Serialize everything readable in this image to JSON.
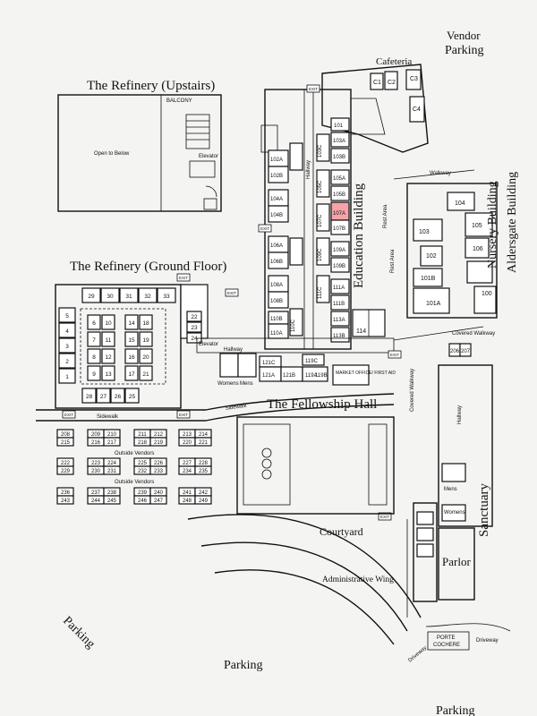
{
  "labels": {
    "vendor": "Vendor",
    "parking_top": "Parking",
    "refinery_up": "The Refinery (Upstairs)",
    "refinery_ground": "The Refinery (Ground Floor)",
    "balcony": "BALCONY",
    "open_below": "Open to Below",
    "elevator": "Elevator",
    "elevator2": "Elevator",
    "cafeteria": "Cafeteria",
    "education": "Education Building",
    "nursery": "Nursery Building",
    "aldersgate": "Aldersgate Building",
    "fellowship": "The Fellowship Hall",
    "courtyard": "Courtyard",
    "admin_wing": "Administrative Wing",
    "sanctuary": "Sanctuary",
    "parlor": "Parlor",
    "porte": "PORTE",
    "cochere": "COCHERE",
    "driveway": "Driveway",
    "driveway2": "Driveway",
    "parking_left": "Parking",
    "parking_bottom": "Parking",
    "parking_br": "Parking",
    "sidewalk": "Sidewalk",
    "sidewalk2": "Sidewalk",
    "outside_vendors_1": "Outside Vendors",
    "outside_vendors_2": "Outside Vendors",
    "walkway": "Walkway",
    "covered_walkway": "Covered Walkway",
    "covered_walkway2": "Covered Walkway",
    "rest_area": "Rest Area",
    "rest_area2": "Rest Area",
    "hallway": "Hallway",
    "womens": "Womens",
    "mens": "Mens",
    "market_office": "MARKET OFFICE/ FIRST AID",
    "exit": "EXIT",
    "highlight_color": "#f5a3a8"
  },
  "cafeteria_rooms": [
    "C1",
    "C2",
    "C3",
    "C4"
  ],
  "education_rooms_right": [
    "101",
    "103A",
    "103B",
    "105A",
    "105B",
    "107A",
    "107B",
    "109A",
    "109B",
    "111A",
    "111B",
    "113A",
    "113B"
  ],
  "education_rooms_left": [
    "102A",
    "102B",
    "104A",
    "104B",
    "106A",
    "106B",
    "108A",
    "108B",
    "110B",
    "110A"
  ],
  "education_rooms_mid": [
    "103C",
    "105C",
    "107C",
    "109C",
    "111C",
    "110C",
    "119C",
    "121C",
    "121A",
    "121B",
    "119A",
    "119B",
    "114"
  ],
  "nursery_rooms": [
    "103",
    "104",
    "105",
    "106",
    "102",
    "101B",
    "101A",
    "100"
  ],
  "covered_rooms": [
    "206",
    "207"
  ],
  "refinery_ground": {
    "top_row": [
      "29",
      "30",
      "31",
      "32",
      "33"
    ],
    "left_col": [
      "5",
      "4",
      "3",
      "2",
      "1"
    ],
    "grid": [
      "6",
      "10",
      "14",
      "18",
      "7",
      "11",
      "15",
      "19",
      "8",
      "12",
      "16",
      "20",
      "9",
      "13",
      "17",
      "21"
    ],
    "bottom_row": [
      "28",
      "27",
      "26",
      "25"
    ],
    "right": [
      "22",
      "23",
      "24"
    ]
  },
  "vendor_booths": [
    [
      "208",
      "209",
      "210",
      "211",
      "212",
      "213",
      "214"
    ],
    [
      "215",
      "216",
      "217",
      "218",
      "219",
      "220",
      "221"
    ],
    [
      "222",
      "223",
      "224",
      "225",
      "226",
      "227",
      "228"
    ],
    [
      "229",
      "230",
      "231",
      "232",
      "233",
      "234",
      "235"
    ],
    [
      "236",
      "237",
      "238",
      "239",
      "240",
      "241",
      "242"
    ],
    [
      "243",
      "244",
      "245",
      "246",
      "247",
      "248",
      "249"
    ]
  ]
}
